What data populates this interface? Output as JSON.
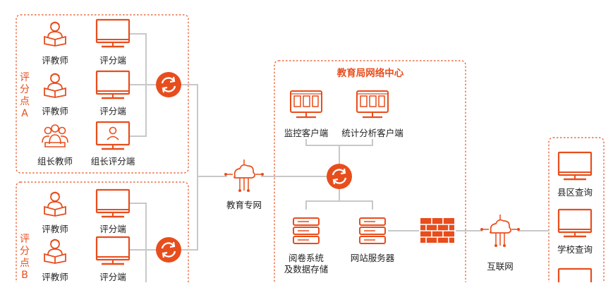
{
  "colors": {
    "accent": "#E84D1C",
    "line": "#C8C8C8",
    "dash": "#E84D1C"
  },
  "scoring_point_a": {
    "title": "评分点A",
    "items": [
      {
        "icon": "teacher-reading-icon",
        "label": "评教师"
      },
      {
        "icon": "monitor-icon",
        "label": "评分端"
      },
      {
        "icon": "teacher-reading-icon",
        "label": "评教师"
      },
      {
        "icon": "monitor-icon",
        "label": "评分端"
      },
      {
        "icon": "group-teachers-icon",
        "label": "组长教师"
      },
      {
        "icon": "leader-monitor-icon",
        "label": "组长评分端"
      }
    ]
  },
  "scoring_point_b": {
    "title": "评分点B",
    "items": [
      {
        "icon": "teacher-reading-icon",
        "label": "评教师"
      },
      {
        "icon": "monitor-icon",
        "label": "评分端"
      },
      {
        "icon": "teacher-reading-icon",
        "label": "评教师"
      },
      {
        "icon": "monitor-icon",
        "label": "评分端"
      }
    ]
  },
  "education_network": {
    "label": "教育专网",
    "icon": "network-cloud-icon"
  },
  "bureau_center": {
    "title": "教育局网络中心",
    "monitor_client": "监控客户端",
    "stats_client": "统计分析客户端",
    "marking_system": "阅卷系统\n及数据存储",
    "web_server": "网站服务器"
  },
  "firewall": {
    "icon": "firewall-icon"
  },
  "internet": {
    "label": "互联网",
    "icon": "network-cloud-icon"
  },
  "query": {
    "county": "县区查询",
    "school": "学校查询"
  }
}
